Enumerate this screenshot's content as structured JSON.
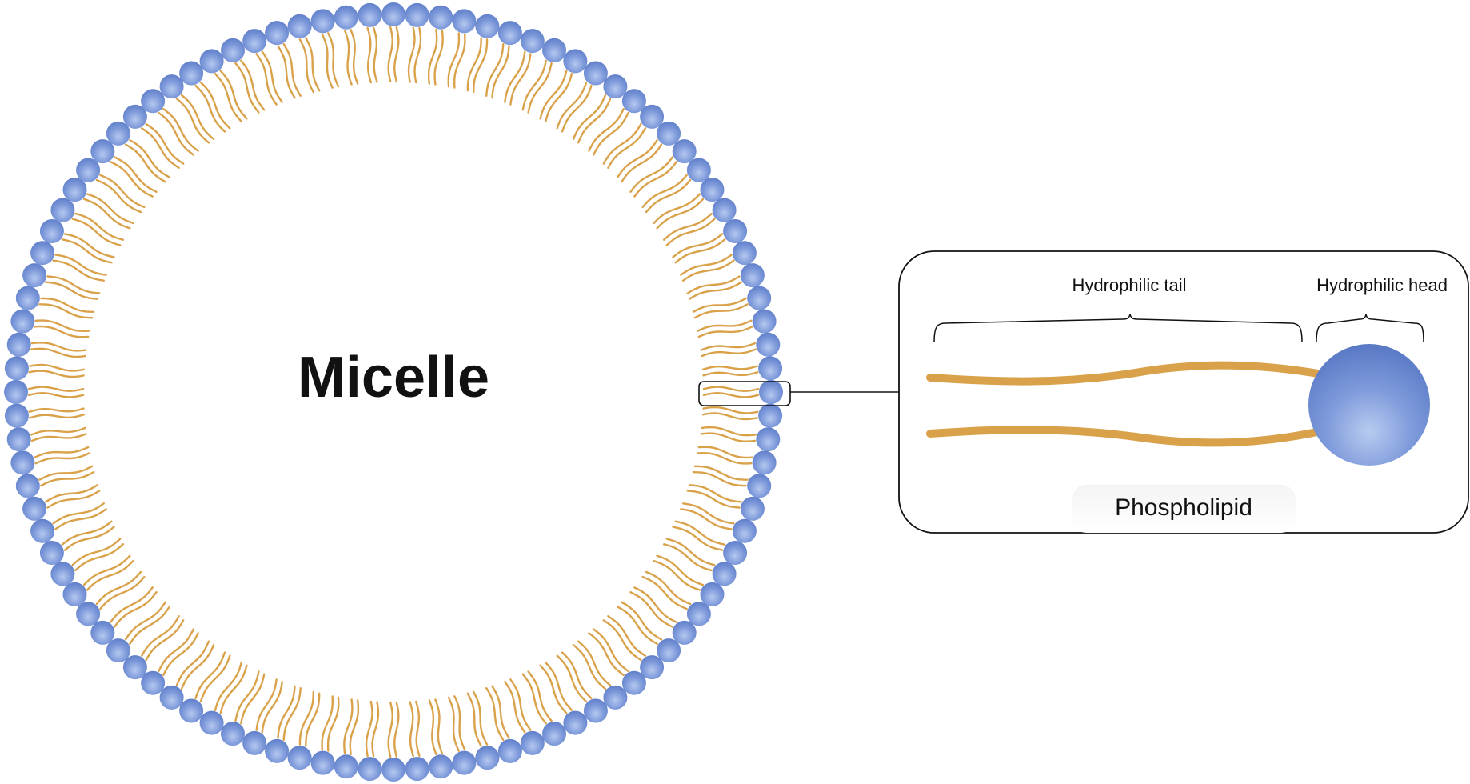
{
  "title": "Micelle",
  "detail": {
    "tail_label": "Hydrophilic tail",
    "head_label": "Hydrophilic head",
    "caption": "Phospholipid"
  },
  "structure": {
    "head_count": 100
  },
  "colors": {
    "head": "#6b8ad2",
    "head_highlight": "#a9c0ec",
    "tail": "#d9a24a",
    "outline": "#111111",
    "caption_bg": "#eeeeee"
  }
}
